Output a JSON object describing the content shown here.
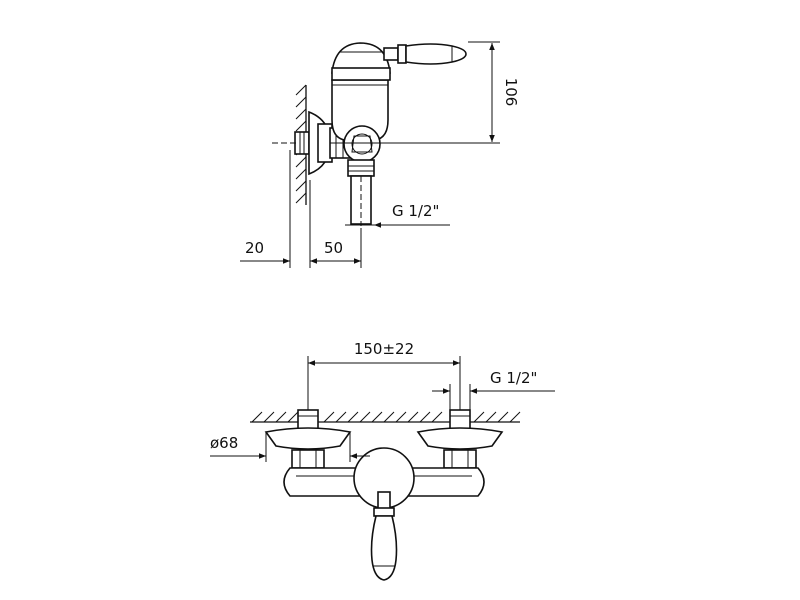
{
  "side_view": {
    "height_dim": "106",
    "wall_offset_dim": "20",
    "outlet_offset_dim": "50",
    "outlet_thread": "G 1/2\""
  },
  "front_view": {
    "center_distance_dim": "150±22",
    "inlet_thread": "G 1/2\"",
    "flange_diameter_dim": "ø68"
  }
}
